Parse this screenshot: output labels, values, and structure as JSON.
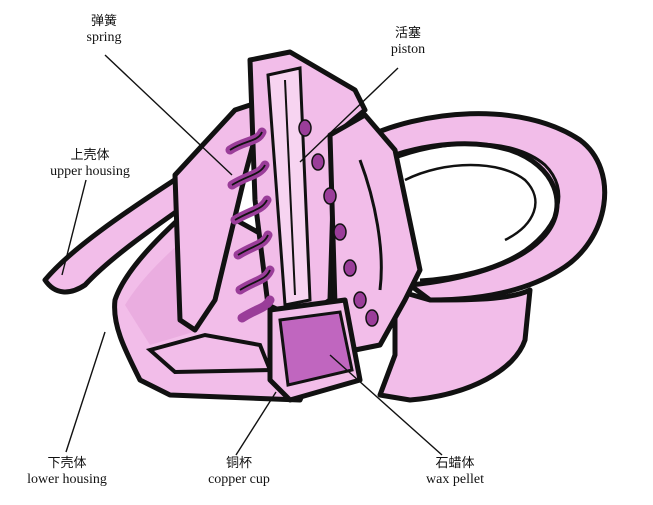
{
  "labels": {
    "spring": {
      "zh": "弹簧",
      "en": "spring"
    },
    "piston": {
      "zh": "活塞",
      "en": "piston"
    },
    "upper_housing": {
      "zh": "上壳体",
      "en": "upper housing"
    },
    "lower_housing": {
      "zh": "下壳体",
      "en": "lower housing"
    },
    "copper_cup": {
      "zh": "铜杯",
      "en": "copper cup"
    },
    "wax_pellet": {
      "zh": "石蜡体",
      "en": "wax pellet"
    }
  },
  "colors": {
    "body_fill": "#f2bde9",
    "shade": "#e7a6dc",
    "spring_coil": "#9a3d99",
    "wax": "#c066bf",
    "outline": "#111111"
  }
}
